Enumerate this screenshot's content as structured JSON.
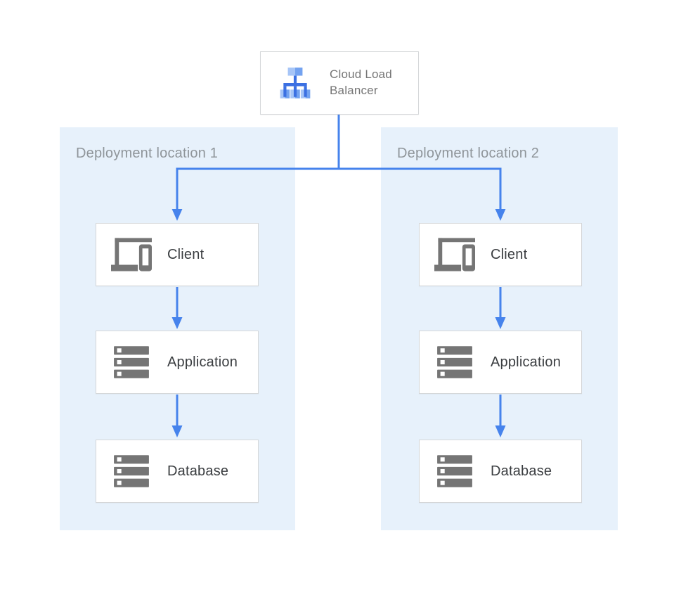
{
  "load_balancer": {
    "label": "Cloud Load Balancer",
    "icon": "cloud-load-balancer-icon"
  },
  "locations": [
    {
      "label": "Deployment location 1",
      "nodes": [
        {
          "label": "Client",
          "icon": "client-devices-icon"
        },
        {
          "label": "Application",
          "icon": "server-stack-icon"
        },
        {
          "label": "Database",
          "icon": "server-stack-icon"
        }
      ]
    },
    {
      "label": "Deployment location 2",
      "nodes": [
        {
          "label": "Client",
          "icon": "client-devices-icon"
        },
        {
          "label": "Application",
          "icon": "server-stack-icon"
        },
        {
          "label": "Database",
          "icon": "server-stack-icon"
        }
      ]
    }
  ],
  "colors": {
    "connector_blue": "#4683EC",
    "panel_background": "#E7F1FB",
    "node_background": "#FFFFFF",
    "node_border": "#D5D7D9",
    "node_text": "#3A3D40",
    "panel_label_text": "#8F959A",
    "load_balancer_text": "#757575",
    "icon_gray": "#757575",
    "lb_icon_dark_blue": "#3B70E2",
    "lb_icon_mid_blue": "#73A2F0",
    "lb_icon_light_blue": "#A6C5F7"
  }
}
